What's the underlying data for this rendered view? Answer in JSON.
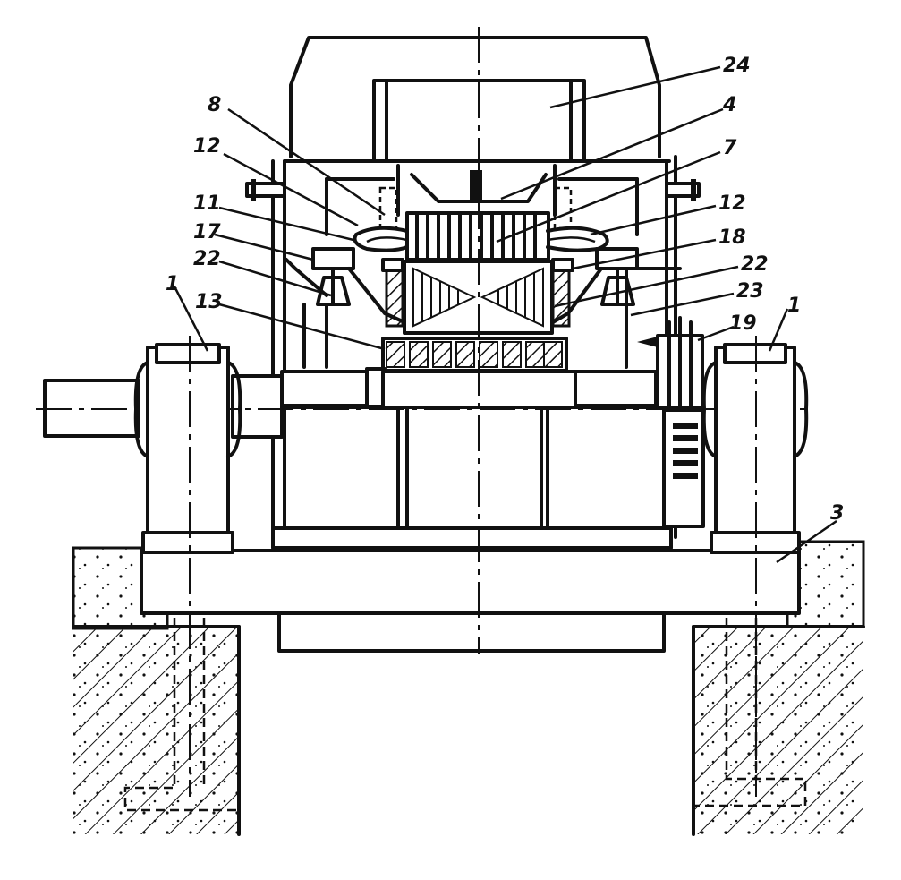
{
  "labels": [
    {
      "id": "24",
      "text": "24"
    },
    {
      "id": "4",
      "text": "4"
    },
    {
      "id": "8",
      "text": "8"
    },
    {
      "id": "7",
      "text": "7"
    },
    {
      "id": "12a",
      "text": "12"
    },
    {
      "id": "12b",
      "text": "12"
    },
    {
      "id": "11",
      "text": "11"
    },
    {
      "id": "18",
      "text": "18"
    },
    {
      "id": "17",
      "text": "17"
    },
    {
      "id": "22a",
      "text": "22"
    },
    {
      "id": "22b",
      "text": "22"
    },
    {
      "id": "23",
      "text": "23"
    },
    {
      "id": "1a",
      "text": "1"
    },
    {
      "id": "1b",
      "text": "1"
    },
    {
      "id": "13",
      "text": "13"
    },
    {
      "id": "19",
      "text": "19"
    },
    {
      "id": "3",
      "text": "3"
    }
  ],
  "colors": {
    "ink": "#111111",
    "paper": "#ffffff"
  }
}
